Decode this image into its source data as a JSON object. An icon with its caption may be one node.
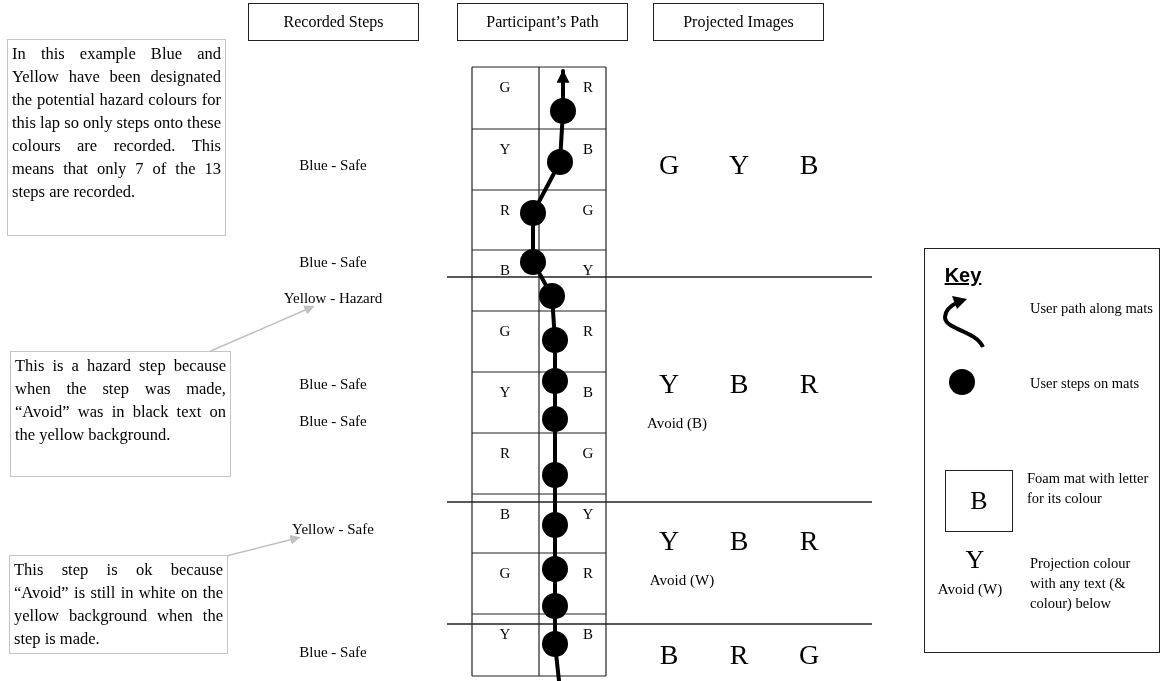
{
  "diagram": {
    "nodes": [
      {
        "text": [
          "Recorded Steps"
        ]
      },
      {
        "text": [
          "Participant’s Path"
        ]
      },
      {
        "text": [
          "Projected Images"
        ]
      },
      {
        "text": [
          "In this example Blue and Yellow have been designated the potential hazard colours for this lap so only steps onto these colours are recorded. This means that only 7 of the 13 steps are recorded."
        ]
      },
      {
        "text": [],
        "shape": "circle"
      },
      {
        "text": [],
        "shape": "circle"
      },
      {
        "text": [],
        "shape": "circle"
      },
      {
        "text": [],
        "shape": "circle"
      },
      {
        "text": [],
        "shape": "circle"
      },
      {
        "text": [],
        "shape": "circle"
      },
      {
        "text": [],
        "shape": "circle"
      },
      {
        "text": [],
        "shape": "circle"
      },
      {
        "text": [],
        "shape": "circle"
      },
      {
        "text": [],
        "shape": "circle"
      },
      {
        "text": [],
        "shape": "circle"
      },
      {
        "text": [],
        "shape": "circle"
      },
      {
        "text": [],
        "shape": "circle"
      },
      {
        "text": [
          "Yellow - Hazard"
        ]
      },
      {
        "text": [
          "This is a hazard step because when the step was made, “Avoid” was in black text on the yellow background."
        ]
      },
      {
        "text": [
          "Yellow - Safe"
        ]
      },
      {
        "text": [
          "This step is ok because “Avoid” is still in white on the yellow background when the step is made."
        ]
      }
    ],
    "edges": [
      {
        "from": 4,
        "to": null,
        "arrow": "to"
      },
      {
        "from": 5,
        "to": 4,
        "arrow": "none"
      },
      {
        "from": 6,
        "to": 5,
        "arrow": "none"
      },
      {
        "from": 7,
        "to": 6,
        "arrow": "none"
      },
      {
        "from": 8,
        "to": 7,
        "arrow": "none"
      },
      {
        "from": 9,
        "to": 8,
        "arrow": "none"
      },
      {
        "from": 10,
        "to": 9,
        "arrow": "none"
      },
      {
        "from": 11,
        "to": 10,
        "arrow": "none"
      },
      {
        "from": 12,
        "to": 11,
        "arrow": "none"
      },
      {
        "from": 13,
        "to": 12,
        "arrow": "none"
      },
      {
        "from": 14,
        "to": 13,
        "arrow": "none"
      },
      {
        "from": 15,
        "to": 14,
        "arrow": "none"
      },
      {
        "from": 16,
        "to": 15,
        "arrow": "none"
      },
      {
        "from": null,
        "to": 16,
        "arrow": "none"
      },
      {
        "from": 18,
        "to": 17,
        "arrow": "to",
        "color": "#c0c0c0"
      },
      {
        "from": 20,
        "to": 19,
        "arrow": "to",
        "color": "#c0c0c0"
      }
    ],
    "labels": [
      "G",
      "R",
      "Y",
      "B",
      "Blue - Safe",
      "G",
      "Y",
      "B",
      "R",
      "G",
      "Blue - Safe",
      "B",
      "Y",
      "Key",
      "G",
      "R",
      "Y",
      "B",
      "Blue - Safe",
      "Y",
      "B",
      "R",
      "Blue - Safe",
      "Avoid (B)",
      "R",
      "G",
      "B",
      "B",
      "Y",
      "Y",
      "B",
      "R",
      "Y",
      "G",
      "R",
      "Avoid (W)",
      "Avoid (W)",
      "Y",
      "B",
      "Blue - Safe",
      "B",
      "R",
      "G"
    ],
    "legend": [
      {
        "text": "User path along mats"
      },
      {
        "text": "User steps on mats"
      },
      {
        "text": "Foam mat with letter for its colour"
      },
      {
        "text": "Projection colour with any text (& colour) below"
      }
    ]
  }
}
